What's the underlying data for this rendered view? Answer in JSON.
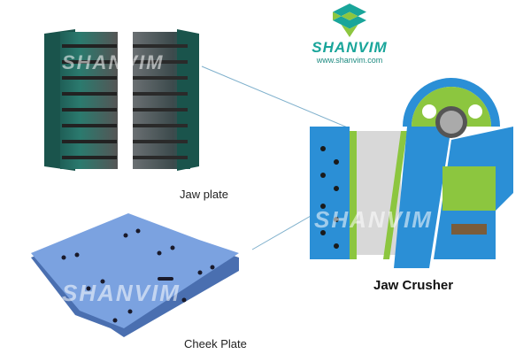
{
  "brand": {
    "name": "SHANVIM",
    "url": "www.shanvim.com",
    "colors": {
      "teal": "#19a59a",
      "green": "#8dc63f",
      "dark_teal": "#1d8a80"
    }
  },
  "labels": {
    "jaw_plate": "Jaw plate",
    "cheek_plate": "Cheek Plate",
    "jaw_crusher": "Jaw Crusher"
  },
  "watermarks": {
    "jaw_plate": "SHANVIM",
    "cheek_plate": "SHANVIM",
    "jaw_crusher": "SHANVIM"
  },
  "colors": {
    "jaw_plate": "#1f5f57",
    "cheek_plate": "#6c96d6",
    "crusher_blue": "#2b8fd6",
    "crusher_green": "#8cc63f",
    "leader_line": "#7fb0cc"
  }
}
